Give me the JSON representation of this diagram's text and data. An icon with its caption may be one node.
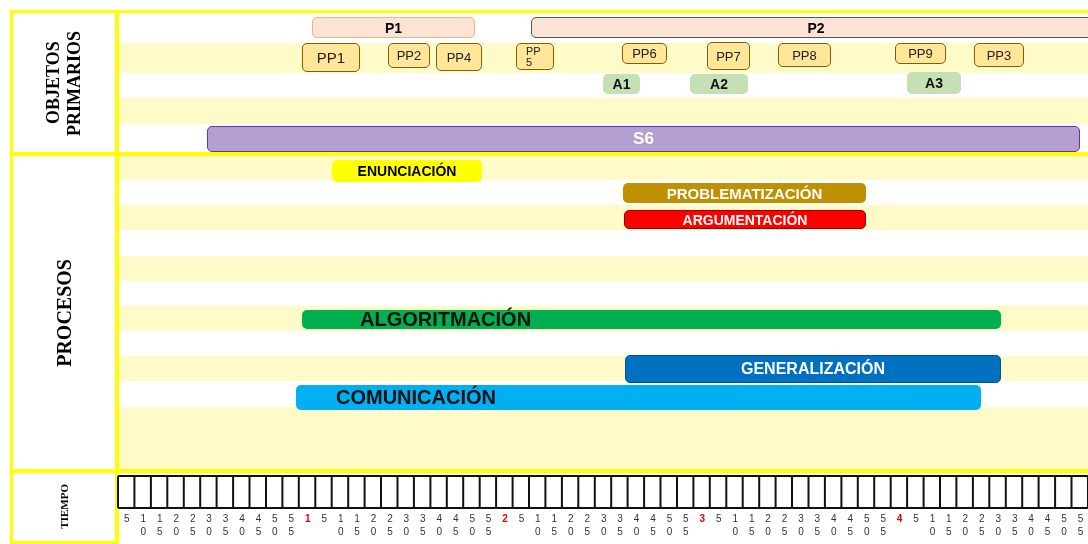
{
  "diagram": {
    "nodes": [
      {
        "text": [
          "P1"
        ]
      },
      {
        "text": [
          "P2"
        ]
      },
      {
        "text": [
          "PP1"
        ]
      },
      {
        "text": [
          "PP2"
        ]
      },
      {
        "text": [
          "PP4"
        ]
      },
      {
        "text": [
          "PP5"
        ]
      },
      {
        "text": [
          "PP6"
        ]
      },
      {
        "text": [
          "PP7"
        ]
      },
      {
        "text": [
          "PP8"
        ]
      },
      {
        "text": [
          "PP9"
        ]
      },
      {
        "text": [
          "PP3"
        ]
      },
      {
        "text": [
          "A1"
        ]
      },
      {
        "text": [
          "A2"
        ]
      },
      {
        "text": [
          "A3"
        ]
      },
      {
        "text": [
          "S6"
        ]
      },
      {
        "text": [
          "ENUNCIACIÓN"
        ]
      },
      {
        "text": [
          "PROBLEMATIZACIÓN"
        ]
      },
      {
        "text": [
          "ARGUMENTACIÓN"
        ]
      },
      {
        "text": [
          "ALGORITMACIÓN"
        ]
      },
      {
        "text": [
          "GENERALIZACIÓN"
        ]
      },
      {
        "text": [
          "COMUNICACIÓN"
        ]
      }
    ],
    "labels": [
      "OBJETOS PRIMARIOS",
      "PROCESOS",
      "TIEMPO",
      "5",
      "10",
      "15",
      "20",
      "25",
      "30",
      "35",
      "40",
      "45",
      "50",
      "55",
      "1",
      "5",
      "10",
      "15",
      "20",
      "25",
      "30",
      "35",
      "40",
      "45",
      "50",
      "55",
      "2",
      "5",
      "10",
      "15",
      "20",
      "25",
      "30",
      "35",
      "40",
      "45",
      "50",
      "55",
      "3",
      "5",
      "10",
      "15",
      "20",
      "25",
      "30",
      "35",
      "40",
      "45",
      "50",
      "55",
      "4",
      "5",
      "10",
      "15",
      "20",
      "25",
      "30",
      "35",
      "40",
      "45",
      "50",
      "55"
    ]
  }
}
